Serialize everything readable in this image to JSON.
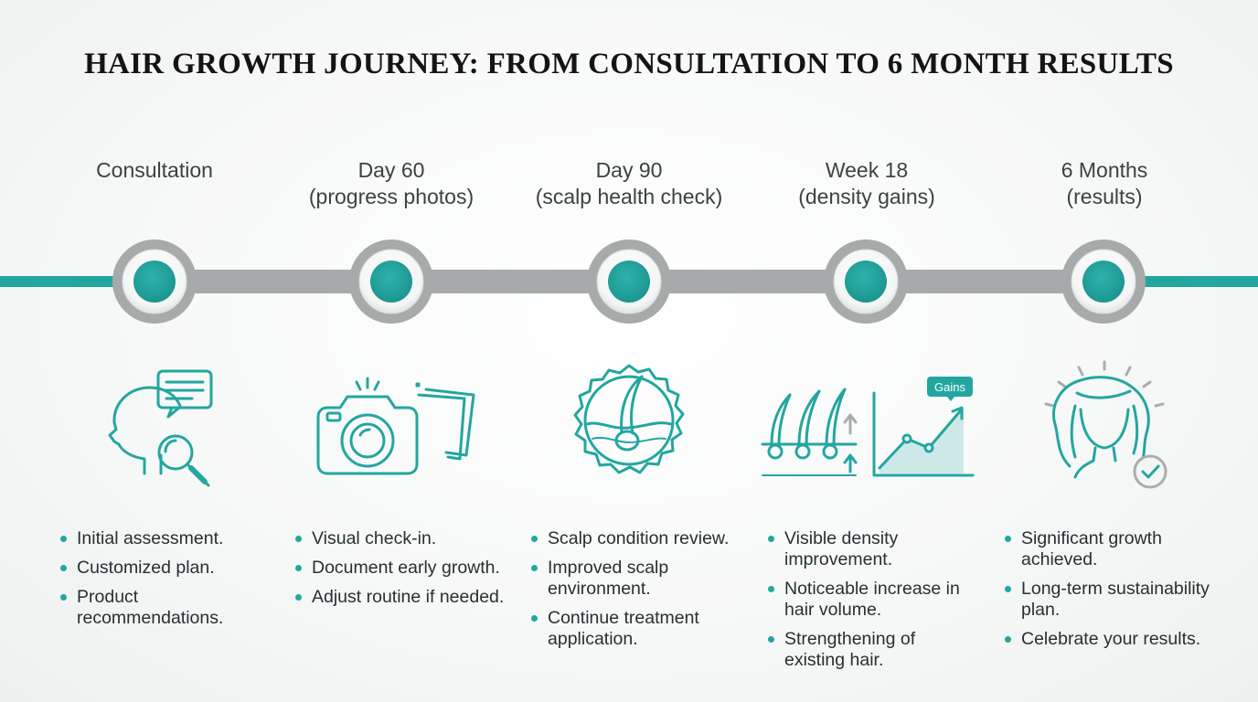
{
  "title": "HAIR GROWTH JOURNEY: FROM CONSULTATION TO 6 MONTH RESULTS",
  "colors": {
    "teal": "#23a6a0",
    "gray_track": "#a9adae",
    "text": "#2f3b3d"
  },
  "stages": [
    {
      "label_line1": "Consultation",
      "label_line2": "",
      "icon": "head-with-chat-and-magnifier-icon",
      "bullets": [
        "Initial assessment.",
        "Customized plan.",
        "Product recommendations."
      ]
    },
    {
      "label_line1": "Day 60",
      "label_line2": "(progress photos)",
      "icon": "camera-and-photos-icon",
      "bullets": [
        "Visual check-in.",
        "Document early growth.",
        "Adjust routine if needed."
      ]
    },
    {
      "label_line1": "Day 90",
      "label_line2": "(scalp health check)",
      "icon": "hair-follicle-badge-icon",
      "bullets": [
        "Scalp condition review.",
        "Improved scalp environment.",
        "Continue treatment application."
      ]
    },
    {
      "label_line1": "Week 18",
      "label_line2": "(density gains)",
      "icon": "hair-strands-and-growth-chart-icon",
      "chart_tag": "Gains",
      "bullets": [
        "Visible density improvement.",
        "Noticeable increase in hair volume.",
        "Strengthening of existing hair."
      ]
    },
    {
      "label_line1": "6 Months",
      "label_line2": "(results)",
      "icon": "woman-with-checkmark-icon",
      "bullets": [
        "Significant growth achieved.",
        "Long-term sustainability plan.",
        "Celebrate your results."
      ]
    }
  ]
}
